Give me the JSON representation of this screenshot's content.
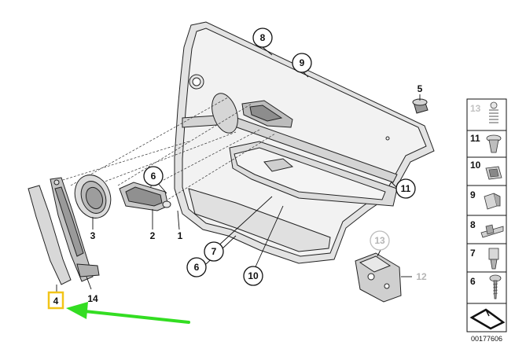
{
  "diagram": {
    "callouts": {
      "c1": "1",
      "c2": "2",
      "c3": "3",
      "c4": "4",
      "c5": "5",
      "c6a": "6",
      "c6b": "6",
      "c7": "7",
      "c8": "8",
      "c9": "9",
      "c10": "10",
      "c11": "11",
      "c12": "12",
      "c13": "13",
      "c14": "14"
    },
    "highlight": {
      "target": "4",
      "box_color": "#f2c418",
      "arrow_color": "#33dd22"
    },
    "colors": {
      "panel_fill": "#e2e2e2",
      "panel_dark": "#bdbdbd",
      "line": "#111111",
      "dim_text": "#b5b5b5"
    }
  },
  "legend": {
    "items": [
      {
        "num": "13",
        "icon": "spring-clip-icon",
        "dim": true
      },
      {
        "num": "11",
        "icon": "expanding-rivet-icon",
        "dim": false
      },
      {
        "num": "10",
        "icon": "square-clip-icon",
        "dim": false
      },
      {
        "num": "9",
        "icon": "flag-clip-icon",
        "dim": false
      },
      {
        "num": "8",
        "icon": "bracket-clip-icon",
        "dim": false
      },
      {
        "num": "7",
        "icon": "push-clip-icon",
        "dim": false
      },
      {
        "num": "6",
        "icon": "screw-icon",
        "dim": false
      }
    ],
    "doc_number": "00177606"
  }
}
